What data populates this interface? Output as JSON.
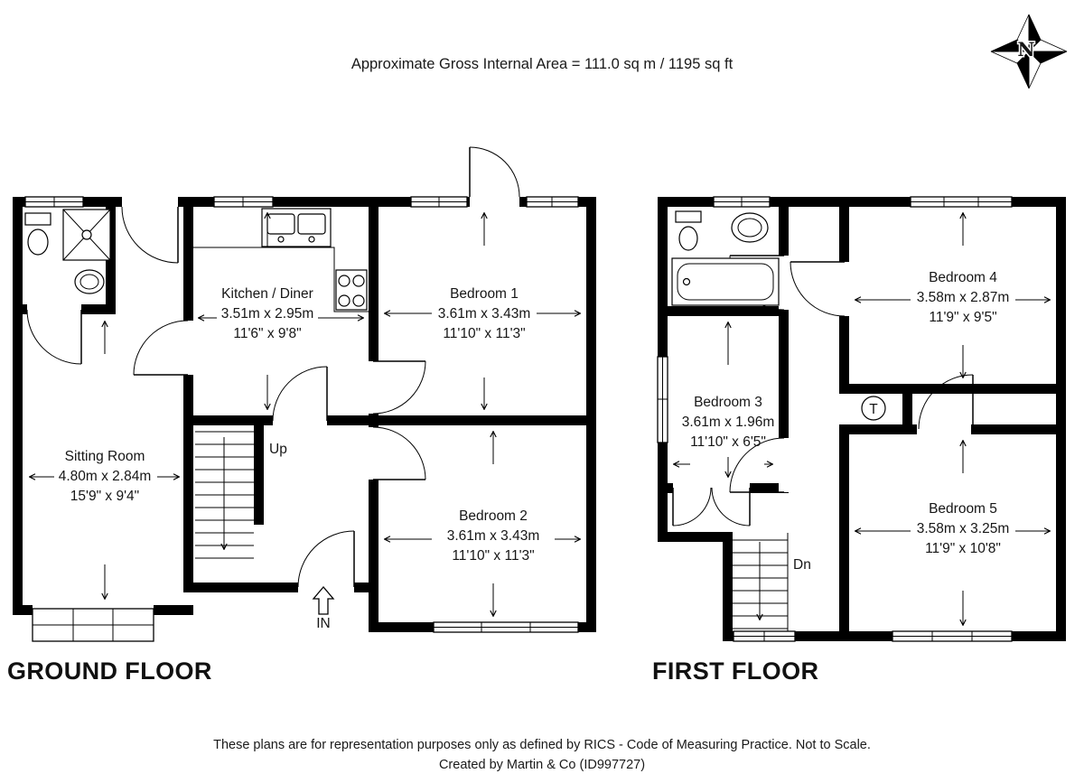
{
  "header": {
    "area": "Approximate Gross Internal Area = 111.0 sq m / 1195 sq ft"
  },
  "compass": {
    "north": "N"
  },
  "ground_floor": {
    "title": "GROUND FLOOR",
    "rooms": {
      "kitchen": {
        "name": "Kitchen / Diner",
        "metric": "3.51m x 2.95m",
        "imperial": "11'6\" x 9'8\""
      },
      "bedroom1": {
        "name": "Bedroom 1",
        "metric": "3.61m x 3.43m",
        "imperial": "11'10\" x 11'3\""
      },
      "sitting": {
        "name": "Sitting Room",
        "metric": "4.80m x 2.84m",
        "imperial": "15'9\" x 9'4\""
      },
      "bedroom2": {
        "name": "Bedroom 2",
        "metric": "3.61m x 3.43m",
        "imperial": "11'10\" x 11'3\""
      }
    },
    "stairs_label": "Up",
    "entrance_label": "IN"
  },
  "first_floor": {
    "title": "FIRST FLOOR",
    "rooms": {
      "bedroom4": {
        "name": "Bedroom 4",
        "metric": "3.58m x 2.87m",
        "imperial": "11'9\" x 9'5\""
      },
      "bedroom3": {
        "name": "Bedroom 3",
        "metric": "3.61m x 1.96m",
        "imperial": "11'10\" x 6'5\""
      },
      "bedroom5": {
        "name": "Bedroom 5",
        "metric": "3.58m x 3.25m",
        "imperial": "11'9\" x 10'8\""
      }
    },
    "stairs_label": "Dn",
    "tank_label": "T"
  },
  "footer": {
    "line1": "These plans are for representation purposes only as defined by RICS - Code of Measuring Practice. Not to Scale.",
    "line2": "Created by Martin & Co (ID997727)"
  }
}
